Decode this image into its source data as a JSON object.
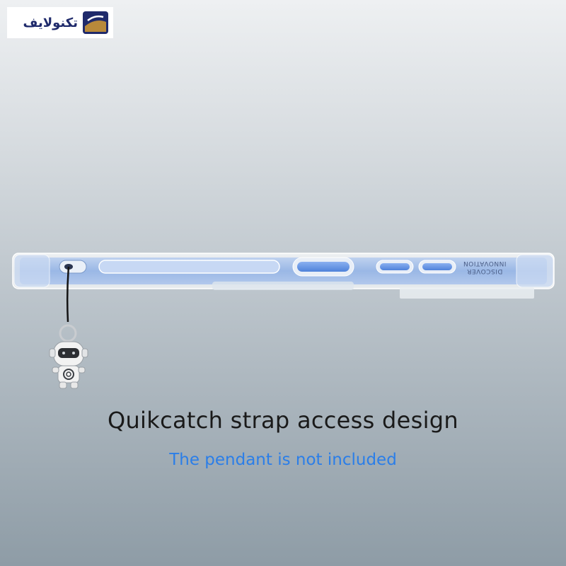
{
  "logo": {
    "text": "تکنولایف",
    "icon": "technolife-logo-icon"
  },
  "phone_case": {
    "engraving_line1": "DISCOVER",
    "engraving_line2": "INNOVATION"
  },
  "headline": "Quikcatch strap access design",
  "subline": "The pendant is not included",
  "colors": {
    "headline": "#1a1a1a",
    "subline": "#2b7ee8",
    "phone_frame": "#8fb1e6",
    "logo_brand": "#1f2a6b",
    "logo_accent": "#b8893a"
  }
}
